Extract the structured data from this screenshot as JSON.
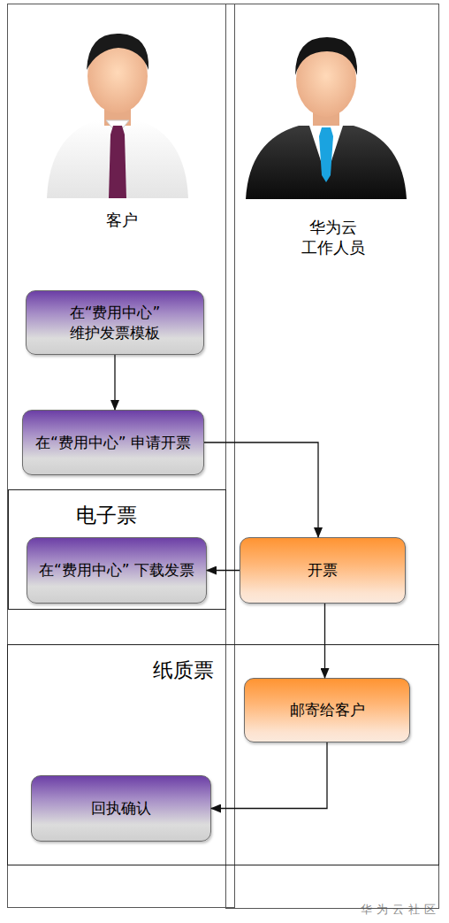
{
  "diagram": {
    "nodes": [
      {
        "text": [
          "客户"
        ]
      },
      {
        "text": [
          "华为云 工作人员"
        ]
      },
      {
        "text": [
          "在“费用中心” 维护发票模板"
        ],
        "in": 0
      },
      {
        "text": [
          "在“费用中心” 申请开票"
        ],
        "in": 0
      },
      {
        "text": [
          "电子票"
        ],
        "in": 0
      },
      {
        "text": [
          "在“费用中心” 下载发票"
        ],
        "in": 4
      },
      {
        "text": [
          "开票"
        ],
        "in": 1
      },
      {
        "text": [
          "纸质票"
        ]
      },
      {
        "text": [
          "邮寄给客户"
        ],
        "in": 7
      },
      {
        "text": [
          "回执确认"
        ],
        "in": 7
      }
    ],
    "edges": [
      {
        "from": 2,
        "to": 3,
        "arrow": "to"
      },
      {
        "from": 3,
        "to": 6,
        "arrow": "to"
      },
      {
        "from": 6,
        "to": 5,
        "arrow": "to"
      },
      {
        "from": 6,
        "to": 8,
        "arrow": "to"
      },
      {
        "from": 8,
        "to": 9,
        "arrow": "to"
      }
    ],
    "labels": [
      "华为云社区"
    ]
  }
}
